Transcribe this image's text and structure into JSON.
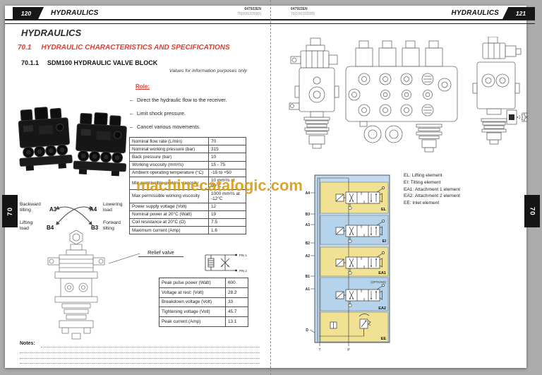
{
  "doc": {
    "code": "647922EN",
    "revision": "70(10/12/2020)"
  },
  "watermark": "machinecatalogic.com",
  "left_page": {
    "page_number": "120",
    "header_title": "HYDRAULICS",
    "side_tab": "70",
    "chapter_title": "HYDRAULICS",
    "section": {
      "number": "70.1",
      "title": "HYDRAULIC CHARACTERISTICS AND SPECIFICATIONS"
    },
    "subsection": {
      "number": "70.1.1",
      "title": "SDM100 HYDRAULIC VALVE BLOCK"
    },
    "values_note": "Values for information purposes only",
    "role": {
      "label": "Role:",
      "bullet": "–",
      "items": [
        "Direct the hydraulic flow to the receiver.",
        "Limit shock pressure.",
        "Cancel various movements."
      ]
    },
    "spec_table": {
      "rows": [
        [
          "Nominal flow rate (L/min)",
          "70"
        ],
        [
          "Nominal working pressure (bar)",
          "315"
        ],
        [
          "Back pressure (bar)",
          "10"
        ],
        [
          "Working viscosity (mm²/s)",
          "15 - 75"
        ],
        [
          "Ambient operating temperature (°C)",
          "-15 to +50"
        ],
        [
          "Min permissible working viscosity",
          "10 mm²/s at 90°C"
        ],
        [
          "Max permissible working viscosity",
          "1000 mm²/s at -12°C"
        ],
        [
          "Power supply voltage (Volt)",
          "12"
        ],
        [
          "Nominal power at 20°C (Watt)",
          "19"
        ],
        [
          "Coil resistance at 20°C (Ω)",
          "7.5"
        ],
        [
          "Maximum current (Amp)",
          "1.6"
        ]
      ]
    },
    "movement_labels": {
      "backward_tilting": "Backward tilting",
      "a3": "A3",
      "a4": "A4",
      "lowering_load": "Lowering load",
      "lifting_load": "Lifting load",
      "b4": "B4",
      "b3": "B3",
      "forward_tilting": "Forward tilting"
    },
    "relief_valve": {
      "label": "Relief valve",
      "pin1": "PIN 1",
      "pin2": "PIN 2",
      "rows": [
        [
          "Peak pulse power (Watt)",
          "600"
        ],
        [
          "Voltage at rest: (Volt)",
          "28.2"
        ],
        [
          "Breakdown voltage (Volt)",
          "33"
        ],
        [
          "Tightening voltage (Volt)",
          "45.7"
        ],
        [
          "Peak current (Amp)",
          "13.1"
        ]
      ]
    },
    "notes_label": "Notes:"
  },
  "right_page": {
    "page_number": "121",
    "header_title": "HYDRAULICS",
    "side_tab": "70",
    "schematic": {
      "ports": {
        "a4": "A4",
        "b3": "B3",
        "a3": "A3",
        "b2": "B2",
        "a2": "A2",
        "b1": "B1",
        "a1": "A1",
        "d": "D",
        "t": "T",
        "p": "P"
      },
      "sections": {
        "el": "EL",
        "ei": "EI",
        "ea1": "EA1",
        "ea2": "EA2",
        "ee": "EE"
      },
      "options": "(OPTIONS)"
    },
    "legend": [
      "EL: Lifting element",
      "EI: Tilting element",
      "EA1: Attachment 1 element",
      "EA2: Attachment 2 element",
      "EE: Inlet element"
    ]
  }
}
